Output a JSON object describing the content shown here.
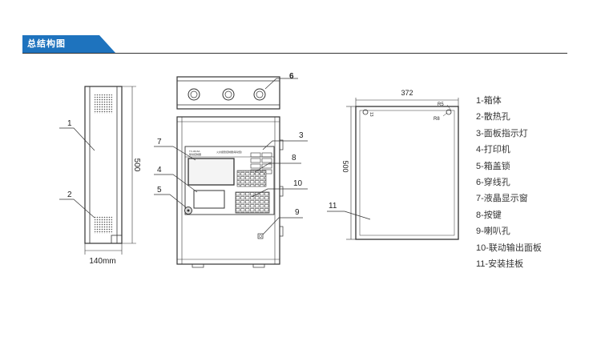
{
  "header": {
    "title": "总结构图",
    "accent_color": "#1e73be"
  },
  "side_view": {
    "height_label": "500",
    "width_label": "140mm",
    "callouts": [
      "1",
      "2"
    ]
  },
  "front_view": {
    "callouts": [
      "6",
      "3",
      "7",
      "8",
      "4",
      "10",
      "5",
      "9"
    ],
    "panel_text": [
      "TX-3016A",
      "联动控制器",
      "火灾报警控制器(联动型)"
    ]
  },
  "back_view": {
    "width_label": "372",
    "height_label": "500",
    "radius_labels": [
      "R5",
      "R8"
    ],
    "small_label": "13",
    "callout": "11"
  },
  "legend": [
    "1-箱体",
    "2-散热孔",
    "3-面板指示灯",
    "4-打印机",
    "5-箱盖锁",
    "6-穿线孔",
    "7-液晶显示窗",
    "8-按键",
    "9-喇叭孔",
    "10-联动输出面板",
    "11-安装挂板"
  ]
}
